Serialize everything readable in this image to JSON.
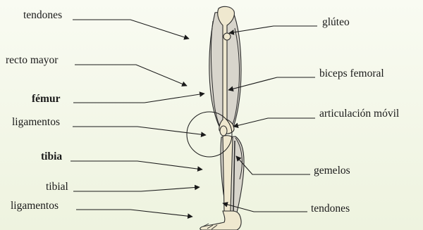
{
  "diagram": {
    "labels_left": [
      {
        "id": "tendones-top",
        "text": "tendones",
        "bold": false
      },
      {
        "id": "recto-mayor",
        "text": "recto mayor",
        "bold": false
      },
      {
        "id": "femur",
        "text": "fémur",
        "bold": true
      },
      {
        "id": "ligamentos-top",
        "text": "ligamentos",
        "bold": false
      },
      {
        "id": "tibia",
        "text": "tibia",
        "bold": true
      },
      {
        "id": "tibial",
        "text": "tibial",
        "bold": false
      },
      {
        "id": "ligamentos-bottom",
        "text": "ligamentos",
        "bold": false
      }
    ],
    "labels_right": [
      {
        "id": "gluteo",
        "text": "glúteo",
        "bold": false
      },
      {
        "id": "biceps-femoral",
        "text": "biceps femoral",
        "bold": false
      },
      {
        "id": "articulacion-movil",
        "text": "articulación móvil",
        "bold": false
      },
      {
        "id": "gemelos",
        "text": "gemelos",
        "bold": false
      },
      {
        "id": "tendones-bottom",
        "text": "tendones",
        "bold": false
      }
    ],
    "colors": {
      "line": "#1a1a1a",
      "bone": "#efe8cf",
      "muscle": "#c9c6bf",
      "outline": "#2a2a2a"
    }
  }
}
